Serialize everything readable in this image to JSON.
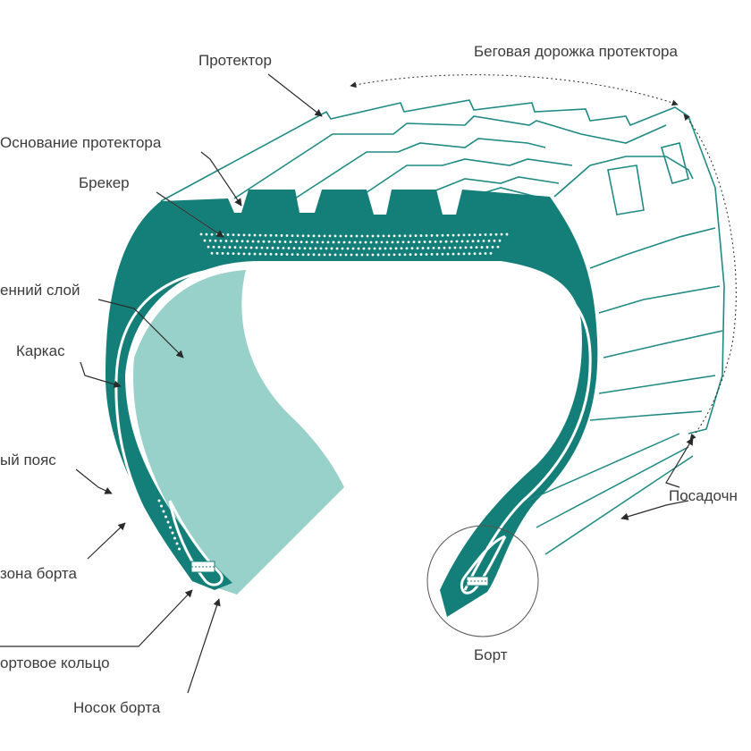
{
  "labels": {
    "tread": "Протектор",
    "tread_base": "Основание протектора",
    "breaker": "Брекер",
    "inner_liner": "енний слой",
    "carcass": "Каркас",
    "belt": "ый пояс",
    "bead_zone": "зона борта",
    "bead_ring": "ортовое кольцо",
    "bead_toe": "Носок борта",
    "bead": "Борт",
    "tread_track": "Беговая дорожка протектора",
    "seat": "Посадочн"
  },
  "colors": {
    "rubber": "#147f78",
    "inner_fill": "#98d1c9",
    "outline": "#1f8a83",
    "label_text": "#3c3c3c",
    "leader": "#2a2a2a"
  }
}
